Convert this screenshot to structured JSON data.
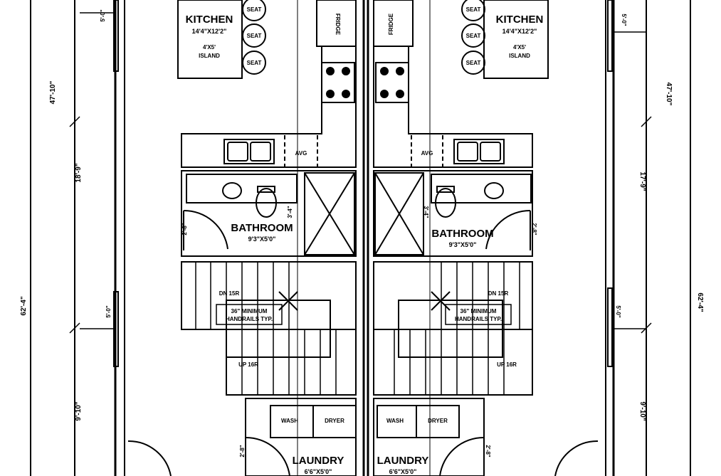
{
  "rooms": {
    "kitchen": "KITCHEN",
    "kitchen_size": "14'4\"X12'2\"",
    "island": "4'X5'",
    "island_word": "ISLAND",
    "seat": "SEAT",
    "fridge": "FRIDGE",
    "dw": "AVG",
    "bathroom": "BATHROOM",
    "bathroom_size": "9'3\"X5'0\"",
    "laundry": "LAUNDRY",
    "laundry_size": "6'6\"X5'0\"",
    "wash": "WASH",
    "dryer": "DRYER",
    "stair_dn": "DN 15R",
    "stair_up": "UP 16R",
    "handrail_1": "36\" MINIMUM",
    "handrail_2": "HANDRAILS TYP."
  },
  "dimensions": {
    "left_outer": "62'-4\"",
    "left_upper": "47'-10\"",
    "left_mid": "18'-9\"",
    "left_lower": "9'-10\"",
    "right_outer": "62'-4\"",
    "right_upper": "47'-10\"",
    "right_mid": "17'-9\"",
    "right_lower": "9'-10\"",
    "window_1": "5'-0\"",
    "window_2": "5'-0\"",
    "door_2": "2'-8\"",
    "wall_3": "3'-4\""
  }
}
